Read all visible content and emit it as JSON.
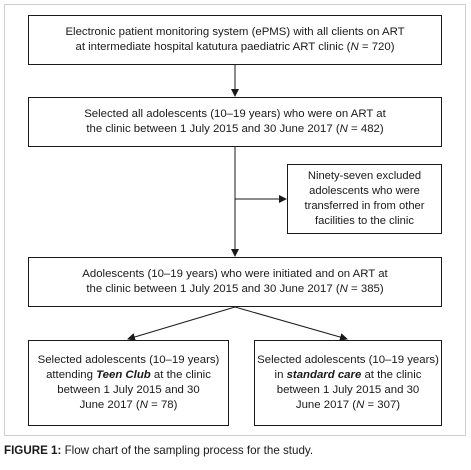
{
  "flowchart": {
    "box1": {
      "line1": "Electronic patient monitoring system (ePMS) with all clients on ART",
      "line2a": "at intermediate hospital katutura paediatric ART clinic (",
      "line2_n": "N",
      "line2b": " = 720)"
    },
    "box2": {
      "line1": "Selected all adolescents (10–19 years) who were on ART at",
      "line2a": "the clinic between 1 July 2015 and 30 June 2017 (",
      "line2_n": "N",
      "line2b": " = 482)"
    },
    "box3": {
      "line1": "Ninety-seven  excluded",
      "line2": "adolescents who were",
      "line3": "transferred in from other",
      "line4": "facilities to the clinic"
    },
    "box4": {
      "line1": "Adolescents (10–19 years) who were initiated and on ART at",
      "line2a": "the clinic between 1 July 2015 and 30 June 2017 (",
      "line2_n": "N",
      "line2b": " = 385)"
    },
    "box5": {
      "line1": "Selected adolescents (10–19 years)",
      "line2a": "attending ",
      "line2_em": "Teen Club",
      "line2b": " at the clinic",
      "line3": "between 1 July 2015 and 30",
      "line4a": "June 2017  (",
      "line4_n": "N",
      "line4b": " = 78)"
    },
    "box6": {
      "line1": "Selected adolescents (10–19 years)",
      "line2a": "in ",
      "line2_em": "standard care",
      "line2b": " at the clinic",
      "line3": "between 1 July 2015 and 30",
      "line4a": "June 2017 (",
      "line4_n": "N",
      "line4b": " = 307)"
    }
  },
  "caption": {
    "label": "FIGURE 1:",
    "text": " Flow chart of the sampling process for the study."
  }
}
